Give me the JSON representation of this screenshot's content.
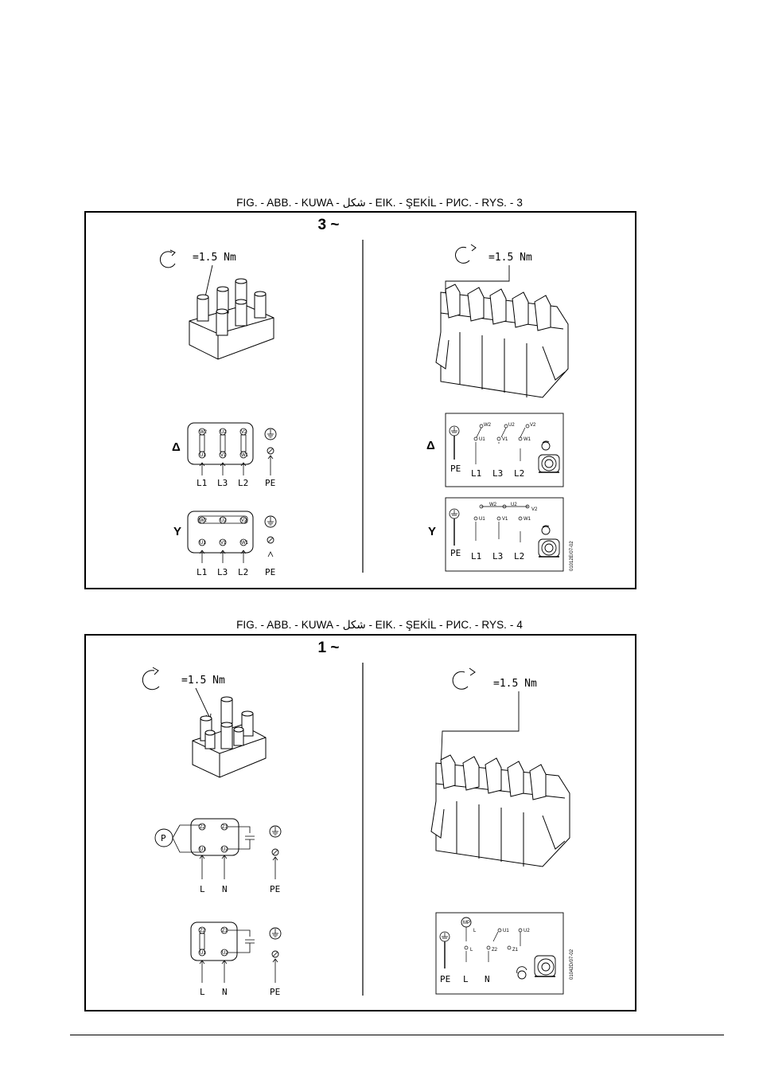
{
  "figures": [
    {
      "caption": "FIG. - ABB. - KUWA - شكل - EIK. - ŞEKİL - РИС. - RYS. - 3",
      "phase": "3 ~",
      "left_panel": {
        "torque": "=1.5 Nm",
        "delta_symbol": "Δ",
        "star_symbol": "Y",
        "delta_terminals_top": [
          "W2",
          "U2",
          "V2"
        ],
        "delta_terminals_bottom": [
          "U1",
          "V1",
          "W1"
        ],
        "star_terminals_top": [
          "W2",
          "U2",
          "V2"
        ],
        "star_terminals_bottom": [
          "U1",
          "V1",
          "W1"
        ],
        "lines": [
          "L1",
          "L3",
          "L2",
          "PE"
        ]
      },
      "right_panel": {
        "torque": "=1.5 Nm",
        "delta_symbol": "Δ",
        "star_symbol": "Y",
        "top_terminals": [
          "W2",
          "U2",
          "V2"
        ],
        "bottom_terminals": [
          "U1",
          "V1",
          "W1"
        ],
        "lines": [
          "PE",
          "L1",
          "L3",
          "L2"
        ],
        "code": "01012E/07-02"
      }
    },
    {
      "caption": "FIG. - ABB. - KUWA - شكل - EIK. - ŞEKİL - РИС. - RYS. - 4",
      "phase": "1 ~",
      "left_panel": {
        "torque": "=1.5 Nm",
        "p_label": "P",
        "upper_terminals_top": [
          "Z2",
          "Z1"
        ],
        "upper_terminals_bottom": [
          "U1",
          "U2"
        ],
        "lower_terminals_top": [
          "Z2",
          "Z1"
        ],
        "lower_terminals_bottom": [
          "U1",
          "U2"
        ],
        "lines": [
          "L",
          "N",
          "PE"
        ]
      },
      "right_panel": {
        "torque": "=1.5 Nm",
        "mp_label": "MP",
        "terminals": [
          "U1",
          "U2",
          "Z2",
          "Z1"
        ],
        "lines": [
          "PE",
          "L",
          "N"
        ],
        "small_l": "L",
        "code": "01042D/07-02"
      }
    }
  ]
}
